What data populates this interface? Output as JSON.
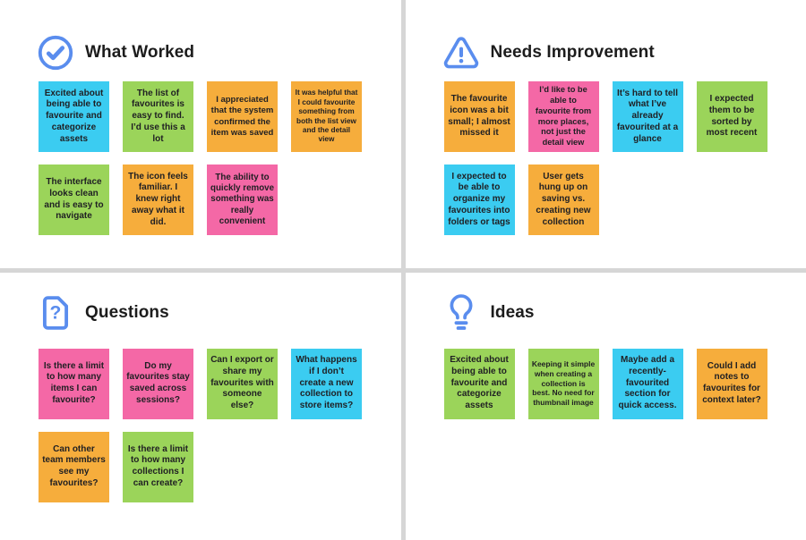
{
  "board": {
    "icon_color": "#5A8DEE",
    "divider_color": "#D6D6D6",
    "note_text_color": "#1F1F23",
    "note_colors": {
      "cyan": "#3BCCF1",
      "green": "#9BD45A",
      "orange": "#F6AD3C",
      "pink": "#F468A6"
    },
    "quadrants": [
      {
        "title": "What Worked",
        "icon": "check-circle-icon",
        "notes": [
          {
            "color": "cyan",
            "text": "Excited about being able to favourite and categorize assets"
          },
          {
            "color": "green",
            "text": "The list of favourites is easy to find. I’d use this a lot"
          },
          {
            "color": "orange",
            "text": "I appreciated that the system confirmed the item was saved"
          },
          {
            "color": "orange",
            "text": "It was helpful that I could favourite something from both the list view and the detail view"
          },
          {
            "color": "green",
            "text": "The interface looks clean and is easy to navigate"
          },
          {
            "color": "orange",
            "text": "The icon feels familiar. I knew right away what it did."
          },
          {
            "color": "pink",
            "text": "The ability to quickly remove something was really convenient"
          }
        ]
      },
      {
        "title": "Needs Improvement",
        "icon": "warning-triangle-icon",
        "notes": [
          {
            "color": "orange",
            "text": "The favourite icon was a bit small; I almost missed it"
          },
          {
            "color": "pink",
            "text": "I’d like to be able to favourite from more places, not just the detail view"
          },
          {
            "color": "cyan",
            "text": "It’s hard to tell what I’ve already favourited at a glance"
          },
          {
            "color": "green",
            "text": "I expected them to be sorted by most recent"
          },
          {
            "color": "cyan",
            "text": "I expected to be able to organize my favourites into folders or tags"
          },
          {
            "color": "orange",
            "text": "User gets hung up on saving vs. creating new collection"
          }
        ]
      },
      {
        "title": "Questions",
        "icon": "question-document-icon",
        "notes": [
          {
            "color": "pink",
            "text": "Is there a limit to how many items I can favourite?"
          },
          {
            "color": "pink",
            "text": "Do my favourites stay saved across sessions?"
          },
          {
            "color": "green",
            "text": "Can I export or share my favourites with someone else?"
          },
          {
            "color": "cyan",
            "text": "What happens if I don’t create a new collection to store items?"
          },
          {
            "color": "orange",
            "text": "Can other team members see my favourites?"
          },
          {
            "color": "green",
            "text": "Is there a limit to how many collections I can create?"
          }
        ]
      },
      {
        "title": "Ideas",
        "icon": "lightbulb-icon",
        "notes": [
          {
            "color": "green",
            "text": "Excited about being able to favourite and categorize assets"
          },
          {
            "color": "green",
            "text": "Keeping it simple when creating a collection is best. No need for thumbnail image"
          },
          {
            "color": "cyan",
            "text": "Maybe add a recently-favourited section for quick access."
          },
          {
            "color": "orange",
            "text": "Could I add notes to favourites for context later?"
          }
        ]
      }
    ]
  }
}
